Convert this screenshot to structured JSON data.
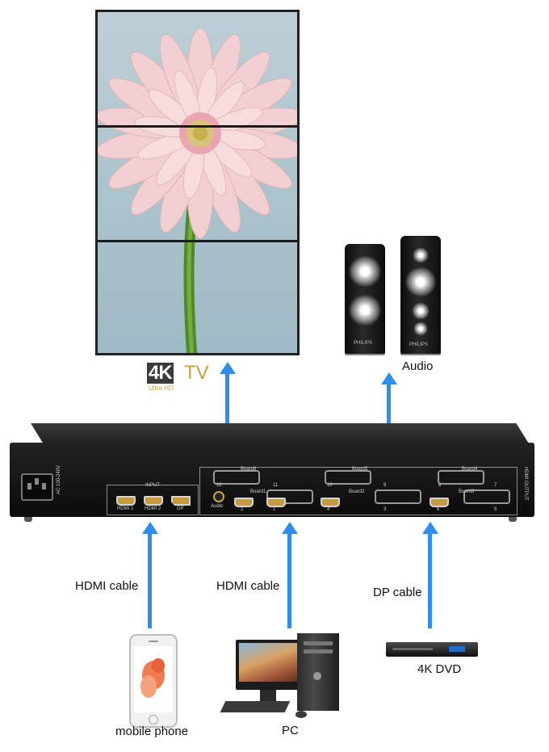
{
  "labels": {
    "tv_brand": "4K",
    "tv_suffix": "TV",
    "tv_sub": "Ultra HD",
    "audio": "Audio",
    "cable_1": "HDMI cable",
    "cable_2": "HDMI cable",
    "cable_3": "DP cable",
    "source_1": "mobile phone",
    "source_2": "PC",
    "source_3": "4K DVD"
  },
  "device": {
    "power": "AC 100-240V",
    "input_title": "INPUT",
    "inputs": [
      "HDMI 1",
      "HDMI 2",
      "DP"
    ],
    "audio_port": "Audio",
    "output_side": "HDMI OUTPUT",
    "boards": [
      "Board6",
      "Board5",
      "Board4",
      "Board1",
      "Board2",
      "Board3"
    ],
    "port_numbers": [
      "12",
      "11",
      "10",
      "9",
      "8",
      "7",
      "2",
      "1",
      "4",
      "3",
      "6",
      "5"
    ]
  },
  "speaker_brand": "PHILIPS",
  "colors": {
    "arrow": "#2f8df0",
    "tv_gold": "#c9a13a",
    "tv_dark": "#3a3a3a"
  }
}
